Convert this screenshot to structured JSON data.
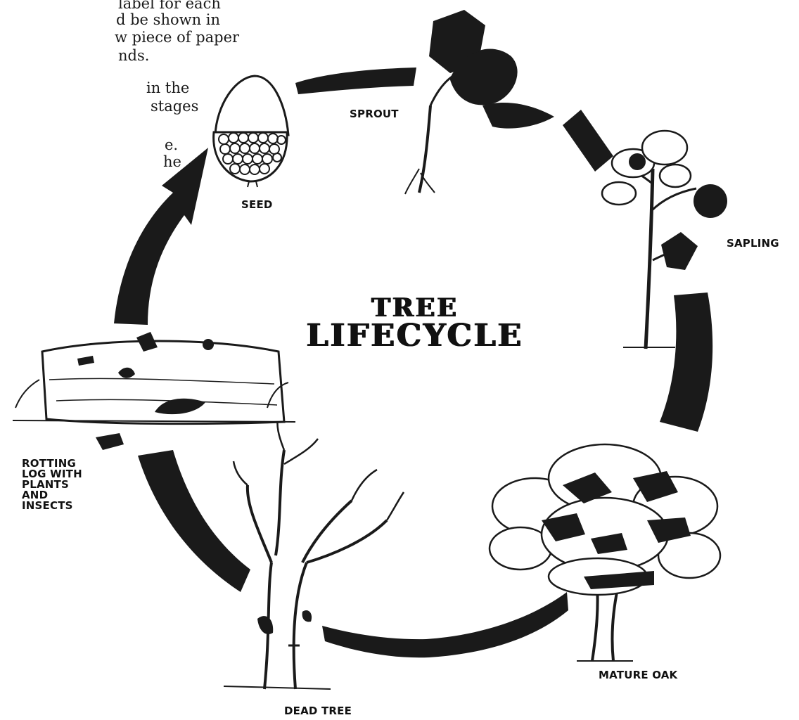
{
  "intro_fragments": [
    "label for each",
    "d be shown in",
    "w piece of paper",
    "nds.",
    "in the",
    "stages",
    "e.",
    "he"
  ],
  "title": {
    "line1": "TREE",
    "line2": "LIFECYCLE"
  },
  "stages": {
    "seed": "SEED",
    "sprout": "SPROUT",
    "sapling": "SAPLING",
    "mature_oak": "MATURE OAK",
    "dead_tree": "DEAD TREE",
    "rotting_log": [
      "ROTTING",
      "LOG WITH",
      "PLANTS",
      "AND",
      "INSECTS"
    ]
  },
  "colors": {
    "ink": "#1a1a1a",
    "background": "#ffffff"
  }
}
